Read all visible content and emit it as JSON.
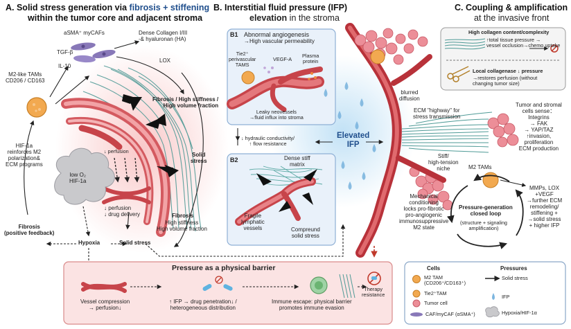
{
  "panel_a": {
    "title_prefix": "A. Solid stress generation via ",
    "title_highlight": "fibrosis + stiffening",
    "title_line2": "within the tumor core and adjacent stroma",
    "myocaf": "aSMA⁺ myCAFs",
    "collagen": "Dense Collagen I/III\n-& hyaluronan (HA)",
    "tgf": "TGF-β",
    "il10": "IL-10",
    "lox": "LOX",
    "tams": "M2-like TAMs\nCD206 / CD163",
    "fibrosis_high": "Fibrosis / High stiffness /\nHigh volume fraction",
    "perfusion_small": "↓ perfusion",
    "solid_stress_label": "Solid\nstress",
    "hif_reinforce": "HIF-1a\nreinforces M2\npolarization&\nECM programs",
    "low_o2": "low O₂\nHIF-1a",
    "perfusion_drug": "↓ perfusion\n↓ drug delivery",
    "fibrosis_bottom_title": "Fibrosis",
    "fibrosis_bottom_body": "High stiffness\nHigh volume fraction",
    "fibrosis_feedback": "Fibrosis\n(positive feedback)",
    "hypoxia": "Hypoxia",
    "solid_stress_bottom": "Solid stress"
  },
  "panel_b": {
    "title_prefix": "B. Interstitial fluid pressure (IFP)",
    "title_line2_b": "elevation",
    "title_line2_rest": " in the stroma",
    "b1_label": "B1",
    "b1_title": "Abnormal angiogenesis",
    "b1_sub": "→High vascular permeability",
    "tie2": "Tie2⁺\nperivascular\nTAMS",
    "vegf": "VEGF-A",
    "plasma": "Plasma\nprotein",
    "leaky": "Leaky neovessels\n→fluid influx into stroma",
    "hydraulic": "↓ hydraulic conductivity/\n↑ flow resistance",
    "elevated": "Elevated\nIFP",
    "b2_label": "B2",
    "dense_matrix": "Dense stiff\nmatrix",
    "fragile": "Fragile\nlymphatic\nvessels",
    "compreund": "Compreund\nsolid stress",
    "blurred": "blurred\ndiffusion"
  },
  "panel_c": {
    "title": "C. Coupling & amplification",
    "title_line2": "at the invasive front",
    "box1_title": "High collagen content/complexity",
    "box1_body": "↑total tissue pressure →\nvessel occlusion→chemo uptake",
    "box2_title": "Local collagenase ↓ pressure",
    "box2_body": "→restores perfusion (without\nchanging tumor size)",
    "ecm_highway": "ECM \"highway\" for\nstress transmission",
    "sense": "Tumor and stromal\ncells sense：\nIntegrins\n→ FAK\n→ YAP/TAZ\n↑invasion,\nproliferation\nECM production",
    "stiff_niche": "Stiff/\nhigh-tension\nniche",
    "m2_tams": "M2 TAMs",
    "mech": "Mechanical\nconditioning\nlocks pro-fibrotic\npro-angiogenic\nimmunosuppressive\nM2 state",
    "loop_title": "Pressure-generation\nclosed loop",
    "loop_body": "(structure + signaling\namplification)",
    "mmps": "MMPs, LOX\n+VEGF\n→further ECM\nremodeling/\nstiffening +\n→solid stress\n+ higher IFP"
  },
  "barrier": {
    "title": "Pressure as a physical barrier",
    "vessel": "Vessel compression\n→ perfusion↓",
    "ifp": "↑ IFP → drug penetration↓ /\nheterogeneous distribution",
    "immune": "Immune escape: physical barrier\npromotes immune evasion",
    "therapy": "Therapy\nresistance"
  },
  "legend": {
    "cells": "Cells",
    "pressures": "Pressures",
    "m2": "M2 TAM\n(CD206⁺/CD163⁺)",
    "tie2": "Tie2⁺TAM",
    "tumor": "Tumor cell",
    "caf": "CAF/myCAF (αSMA⁺)",
    "solid": "Solid stress",
    "ifp": "IFP",
    "hypoxia": "Hypoxia/HIF-1α"
  },
  "colors": {
    "title_blue": "#1f4e8c",
    "vessel_red": "#c7444a",
    "barrier_bg": "#fbe3e3",
    "ifp_blue": "#6fa9d6",
    "collagen_teal": "#4e9a96",
    "tumor_pink": "#ec8e98",
    "tam_orange": "#f2a950",
    "caf_purple": "#8878b8"
  }
}
